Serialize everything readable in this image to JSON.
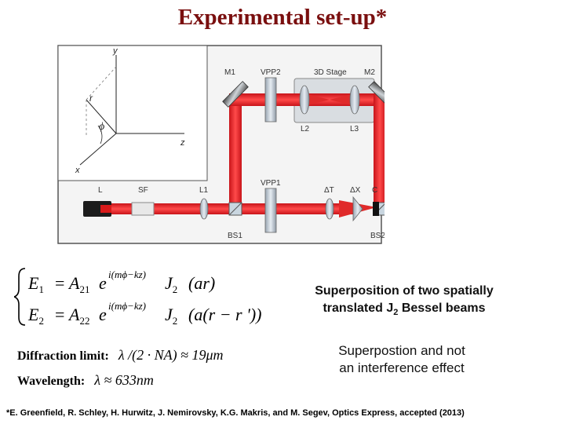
{
  "title": "Experimental set-up*",
  "axes": {
    "y": "y",
    "r": "r",
    "phi": "ϕ",
    "z": "z",
    "x": "x"
  },
  "components": {
    "m1": "M1",
    "vpp2": "VPP2",
    "stage": "3D Stage",
    "m2": "M2",
    "l2": "L2",
    "l3": "L3",
    "l": "L",
    "sf": "SF",
    "l1": "L1",
    "vpp1": "VPP1",
    "dt": "ΔT",
    "dx": "ΔX",
    "c": "C",
    "bs1": "BS1",
    "bs2": "BS2"
  },
  "equations": {
    "e1_lhs": "E",
    "e1_sub": "1",
    "e1_a": "A",
    "e1_asub": "21",
    "e1_exp": "i(mϕ−kz)",
    "e1_j": "J",
    "e1_jsub": "2",
    "e1_arg": "(ar)",
    "e2_lhs": "E",
    "e2_sub": "2",
    "e2_a": "A",
    "e2_asub": "22",
    "e2_exp": "i(mϕ−kz)",
    "e2_j": "J",
    "e2_jsub": "2",
    "e2_arg": "(a(r − r '))"
  },
  "caption_top_l1": "Superposition of two spatially",
  "caption_top_l2": "translated J",
  "caption_top_sub": "2",
  "caption_top_l2_end": " Bessel beams",
  "caption_bottom_l1": "Superpostion and not",
  "caption_bottom_l2": "an interference effect",
  "diffraction_label": "Diffraction limit:",
  "diffraction_expr": "λ /(2 · NA) ≈ 19μm",
  "wavelength_label": "Wavelength:",
  "wavelength_expr": "λ ≈ 633nm",
  "footer": "*E. Greenfield, R. Schley, H. Hurwitz, J. Nemirovsky, K.G. Makris, and M. Segev, Optics Express, accepted (2013)"
}
